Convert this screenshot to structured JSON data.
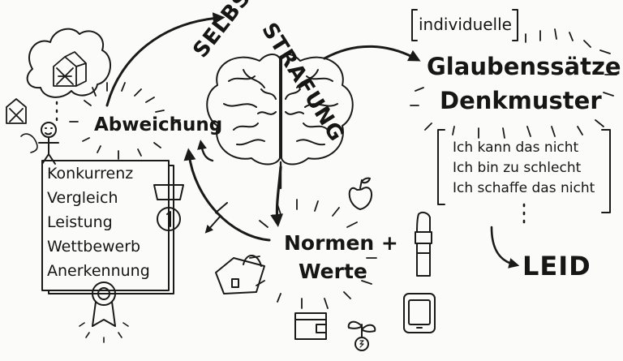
{
  "center": {
    "title_left": "SELBST",
    "title_right": "STRAFUNG"
  },
  "left": {
    "cycle_label": "Abweichung",
    "list": [
      "Konkurrenz",
      "Vergleich",
      "Leistung",
      "Wettbewerb",
      "Anerkennung"
    ]
  },
  "bottom": {
    "line1": "Normen +",
    "line2": "Werte"
  },
  "right": {
    "tag": "individuelle",
    "heading1": "Glaubenssätze",
    "heading2": "Denkmuster",
    "beliefs": [
      "Ich kann das nicht",
      "Ich bin zu schlecht",
      "Ich schaffe das nicht"
    ],
    "outcome": "LEID"
  },
  "icons": {
    "brain": "brain-icon",
    "cloud": "thought-cloud-icon",
    "house": "house-icon",
    "person": "person-icon",
    "medal": "medal-icon",
    "badge": "ribbon-badge-icon",
    "apple": "apple-icon",
    "lipstick": "lipstick-icon",
    "handbag": "handbag-icon",
    "wallet": "wallet-icon",
    "plant": "money-plant-icon",
    "phone": "smartphone-icon"
  }
}
